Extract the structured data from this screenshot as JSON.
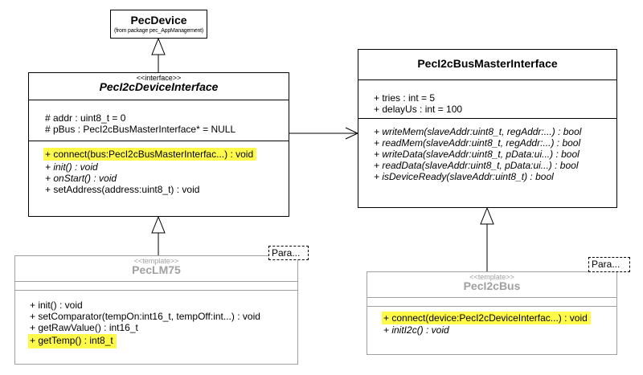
{
  "pec_device": {
    "name": "PecDevice",
    "package_note": "(from package pec_AppManagement)"
  },
  "device_interface": {
    "stereotype": "<<interface>>",
    "name": "PecI2cDeviceInterface",
    "attributes": [
      "# addr : uint8_t = 0",
      "# pBus : PecI2cBusMasterInterface* = NULL"
    ],
    "operations": [
      "+ connect(bus:PecI2cBusMasterInterfac...) : void",
      "+ init() : void",
      "+ onStart() : void",
      "+ setAddress(address:uint8_t) : void"
    ]
  },
  "bus_master_interface": {
    "name": "PecI2cBusMasterInterface",
    "attributes": [
      "+ tries : int = 5",
      "+ delayUs : int = 100"
    ],
    "operations": [
      "+ writeMem(slaveAddr:uint8_t, regAddr:...) : bool",
      "+ readMem(slaveAddr:uint8_t, regAddr:...) : bool",
      "+ writeData(slaveAddr:uint8_t, pData:ui...) : bool",
      "+ readData(slaveAddr:uint8_t, pData:ui...) : bool",
      "+ isDeviceReady(slaveAddr:uint8_t) : bool"
    ]
  },
  "lm75": {
    "stereotype": "<<template>>",
    "name": "PecLM75",
    "param_label": "Para...",
    "operations": [
      "+ init() : void",
      "+ setComparator(tempOn:int16_t, tempOff:int...) : void",
      "+ getRawValue() : int16_t",
      "+ getTemp() : int8_t"
    ]
  },
  "i2c_bus": {
    "stereotype": "<<template>>",
    "name": "PecI2cBus",
    "param_label": "Para...",
    "operations": [
      "+ connect(device:PecI2cDeviceInterfac...) : void",
      "+ initI2c() : void"
    ]
  },
  "colors": {
    "highlight": "#fffa4a",
    "line": "#000000",
    "template_grey": "#a0a0a0"
  }
}
